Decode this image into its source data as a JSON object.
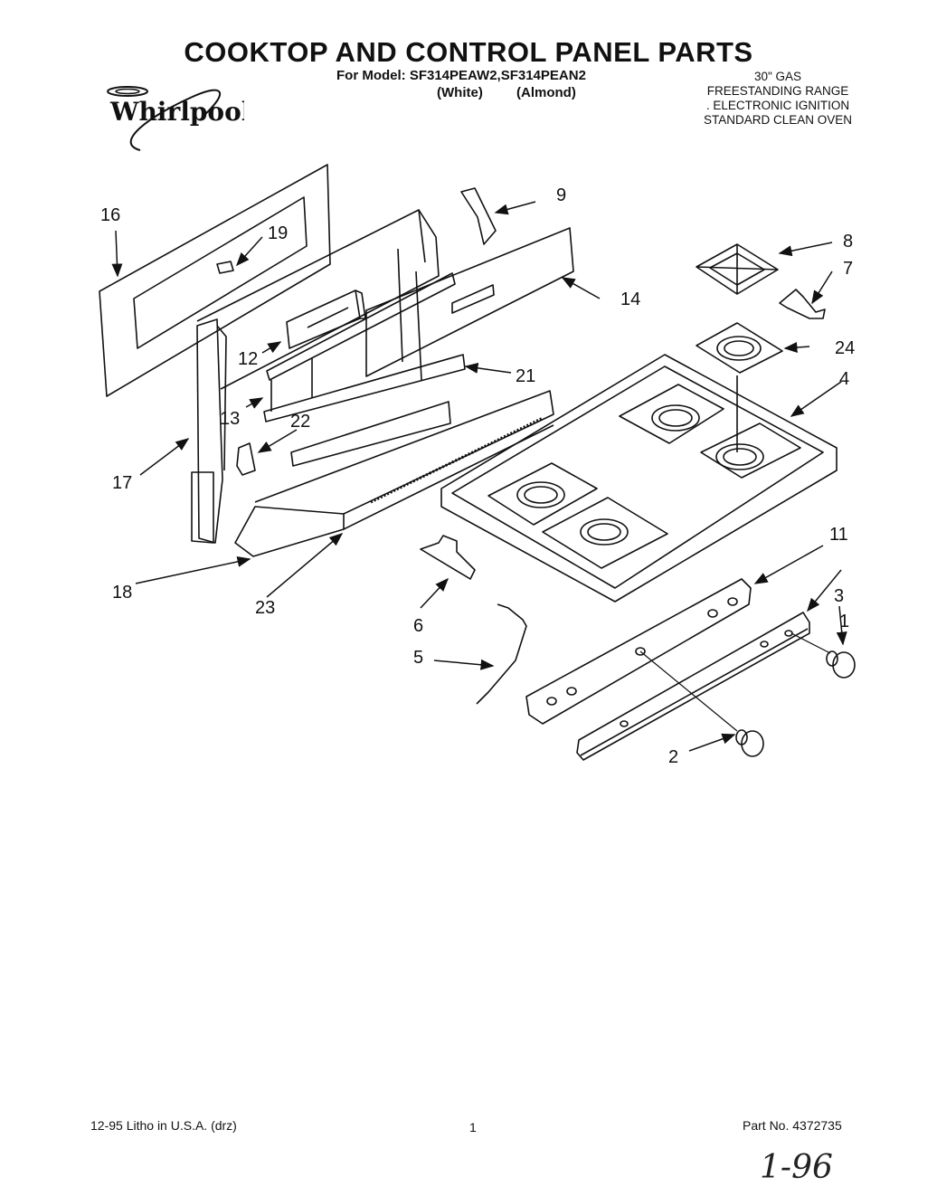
{
  "header": {
    "title": "COOKTOP AND CONTROL PANEL PARTS",
    "model_line": "For Model: SF314PEAW2,SF314PEAN2",
    "color_white": "(White)",
    "color_almond": "(Almond)",
    "spec_lines": [
      "30\" GAS",
      "FREESTANDING RANGE",
      ". ELECTRONIC IGNITION",
      "STANDARD CLEAN OVEN"
    ]
  },
  "brand": {
    "logo_text": "Whirlpool"
  },
  "callouts": {
    "c1": "1",
    "c2": "2",
    "c3": "3",
    "c4": "4",
    "c5": "5",
    "c6": "6",
    "c7": "7",
    "c8": "8",
    "c9": "9",
    "c11": "11",
    "c12": "12",
    "c13": "13",
    "c14": "14",
    "c16": "16",
    "c17": "17",
    "c18": "18",
    "c19": "19",
    "c21": "21",
    "c22": "22",
    "c23": "23",
    "c24": "24"
  },
  "footer": {
    "litho": "12-95 Litho in U.S.A. (drz)",
    "page_number": "1",
    "part_number": "Part No. 4372735",
    "handwritten_note": "1-96"
  }
}
